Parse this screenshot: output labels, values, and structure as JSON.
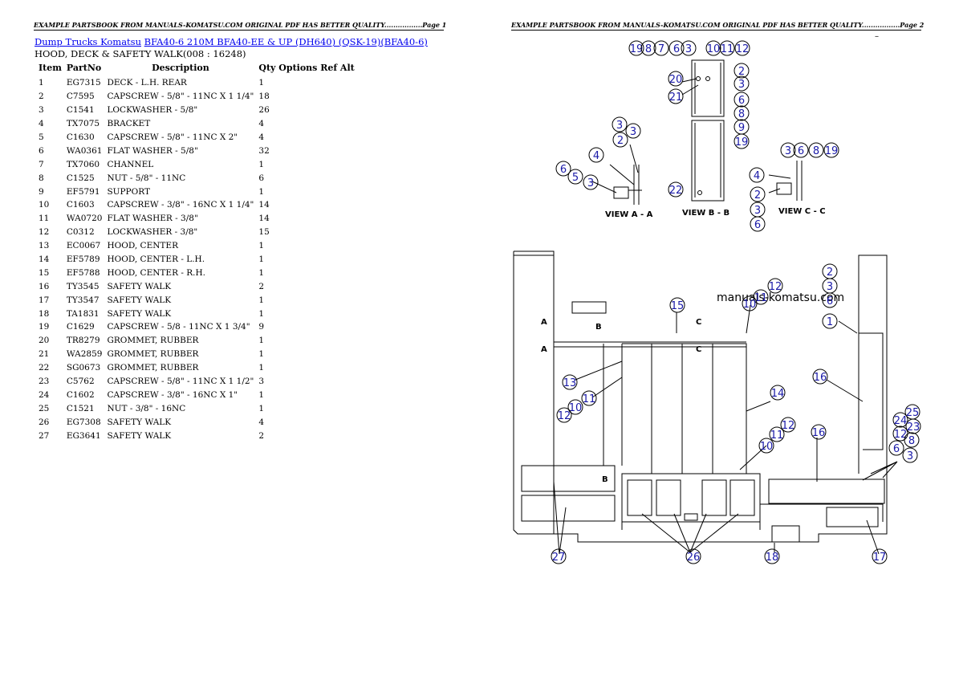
{
  "banner_left": "EXAMPLE PARTSBOOK FROM MANUALS-KOMATSU.COM ORIGINAL PDF HAS BETTER QUALITY.................Page 1",
  "banner_right": "EXAMPLE PARTSBOOK FROM MANUALS-KOMATSU.COM ORIGINAL PDF HAS BETTER QUALITY.................Page 2",
  "breadcrumb": {
    "link1": "Dump Trucks Komatsu",
    "link2": "BFA40-6 210M BFA40-EE & UP (DH640) (QSK-19)(BFA40-6)"
  },
  "section_title": "HOOD, DECK & SAFETY WALK(008 : 16248)",
  "table": {
    "headers": {
      "item": "Item",
      "partno": "PartNo",
      "description": "Description",
      "qty": "Qty",
      "options": "Options",
      "ref": "Ref",
      "alt": "Alt"
    },
    "rows": [
      [
        "1",
        "EG7315",
        "DECK - L.H. REAR",
        "1"
      ],
      [
        "2",
        "C7595",
        "CAPSCREW - 5/8\" - 11NC X 1 1/4\"",
        "18"
      ],
      [
        "3",
        "C1541",
        "LOCKWASHER - 5/8\"",
        "26"
      ],
      [
        "4",
        "TX7075",
        "BRACKET",
        "4"
      ],
      [
        "5",
        "C1630",
        "CAPSCREW - 5/8\" - 11NC X 2\"",
        "4"
      ],
      [
        "6",
        "WA0361",
        "FLAT WASHER - 5/8\"",
        "32"
      ],
      [
        "7",
        "TX7060",
        "CHANNEL",
        "1"
      ],
      [
        "8",
        "C1525",
        "NUT - 5/8\" - 11NC",
        "6"
      ],
      [
        "9",
        "EF5791",
        "SUPPORT",
        "1"
      ],
      [
        "10",
        "C1603",
        "CAPSCREW - 3/8\" - 16NC X 1 1/4\"",
        "14"
      ],
      [
        "11",
        "WA0720",
        "FLAT WASHER - 3/8\"",
        "14"
      ],
      [
        "12",
        "C0312",
        "LOCKWASHER - 3/8\"",
        "15"
      ],
      [
        "13",
        "EC0067",
        "HOOD, CENTER",
        "1"
      ],
      [
        "14",
        "EF5789",
        "HOOD, CENTER - L.H.",
        "1"
      ],
      [
        "15",
        "EF5788",
        "HOOD, CENTER - R.H.",
        "1"
      ],
      [
        "16",
        "TY3545",
        "SAFETY WALK",
        "2"
      ],
      [
        "17",
        "TY3547",
        "SAFETY WALK",
        "1"
      ],
      [
        "18",
        "TA1831",
        "SAFETY WALK",
        "1"
      ],
      [
        "19",
        "C1629",
        "CAPSCREW - 5/8 - 11NC X 1 3/4\"",
        "9"
      ],
      [
        "20",
        "TR8279",
        "GROMMET, RUBBER",
        "1"
      ],
      [
        "21",
        "WA2859",
        "GROMMET, RUBBER",
        "1"
      ],
      [
        "22",
        "SG0673",
        "GROMMET, RUBBER",
        "1"
      ],
      [
        "23",
        "C5762",
        "CAPSCREW - 5/8\" - 11NC X 1 1/2\"",
        "3"
      ],
      [
        "24",
        "C1602",
        "CAPSCREW - 3/8\" - 16NC X 1\"",
        "1"
      ],
      [
        "25",
        "C1521",
        "NUT - 3/8\" - 16NC",
        "1"
      ],
      [
        "26",
        "EG7308",
        "SAFETY WALK",
        "4"
      ],
      [
        "27",
        "EG3641",
        "SAFETY WALK",
        "2"
      ]
    ]
  },
  "diagram": {
    "view_a": "VIEW A - A",
    "view_b": "VIEW B - B",
    "view_c": "VIEW C - C",
    "watermark": "manuals-komatsu.com",
    "section_letter_a": "A",
    "section_letter_b": "B",
    "section_letter_c": "C",
    "dash": "–",
    "callouts": [
      "1",
      "2",
      "3",
      "4",
      "5",
      "6",
      "7",
      "8",
      "9",
      "10",
      "11",
      "12",
      "13",
      "14",
      "15",
      "16",
      "17",
      "18",
      "19",
      "20",
      "21",
      "22",
      "23",
      "24",
      "25",
      "26",
      "27"
    ]
  }
}
